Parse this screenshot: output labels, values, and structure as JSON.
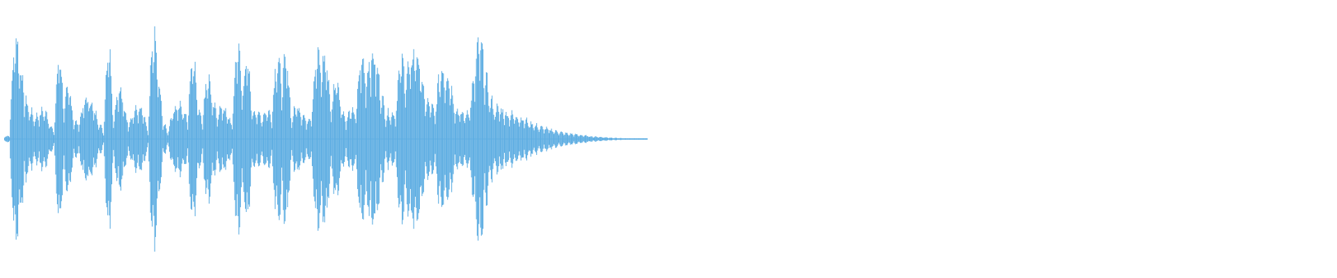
{
  "waveform": {
    "color": "#5DADE2",
    "amplitude": [
      0.02,
      0.03,
      0.9,
      0.7,
      0.35,
      0.25,
      0.18,
      0.2,
      0.25,
      0.15,
      0.05,
      0.8,
      0.25,
      0.45,
      0.15,
      0.12,
      0.3,
      0.35,
      0.25,
      0.15,
      0.05,
      0.95,
      0.15,
      0.45,
      0.3,
      0.12,
      0.22,
      0.25,
      0.22,
      0.05,
      0.95,
      0.55,
      0.15,
      0.05,
      0.25,
      0.28,
      0.25,
      0.15,
      0.82,
      0.3,
      0.15,
      0.6,
      0.3,
      0.2,
      0.28,
      0.2,
      0.12,
      0.88,
      0.4,
      0.7,
      0.25,
      0.22,
      0.18,
      0.25,
      0.18,
      0.75,
      0.45,
      0.7,
      0.15,
      0.3,
      0.22,
      0.15,
      0.2,
      0.72,
      0.6,
      0.7,
      0.22,
      0.58,
      0.28,
      0.15,
      0.25,
      0.2,
      0.72,
      0.5,
      0.7,
      0.65,
      0.4,
      0.2,
      0.22,
      0.2,
      0.7,
      0.5,
      0.62,
      0.75,
      0.6,
      0.3,
      0.3,
      0.2,
      0.6,
      0.55,
      0.5,
      0.25,
      0.22,
      0.2,
      0.25,
      0.55,
      0.85,
      0.55,
      0.35,
      0.25,
      0.25,
      0.22,
      0.2,
      0.2,
      0.18,
      0.16,
      0.14,
      0.12,
      0.1,
      0.09,
      0.08,
      0.07,
      0.06,
      0.05,
      0.045,
      0.04,
      0.035,
      0.03,
      0.025,
      0.02,
      0.018,
      0.015,
      0.012,
      0.01,
      0.008,
      0.006,
      0.005,
      0.004,
      0.003,
      0.002
    ]
  }
}
